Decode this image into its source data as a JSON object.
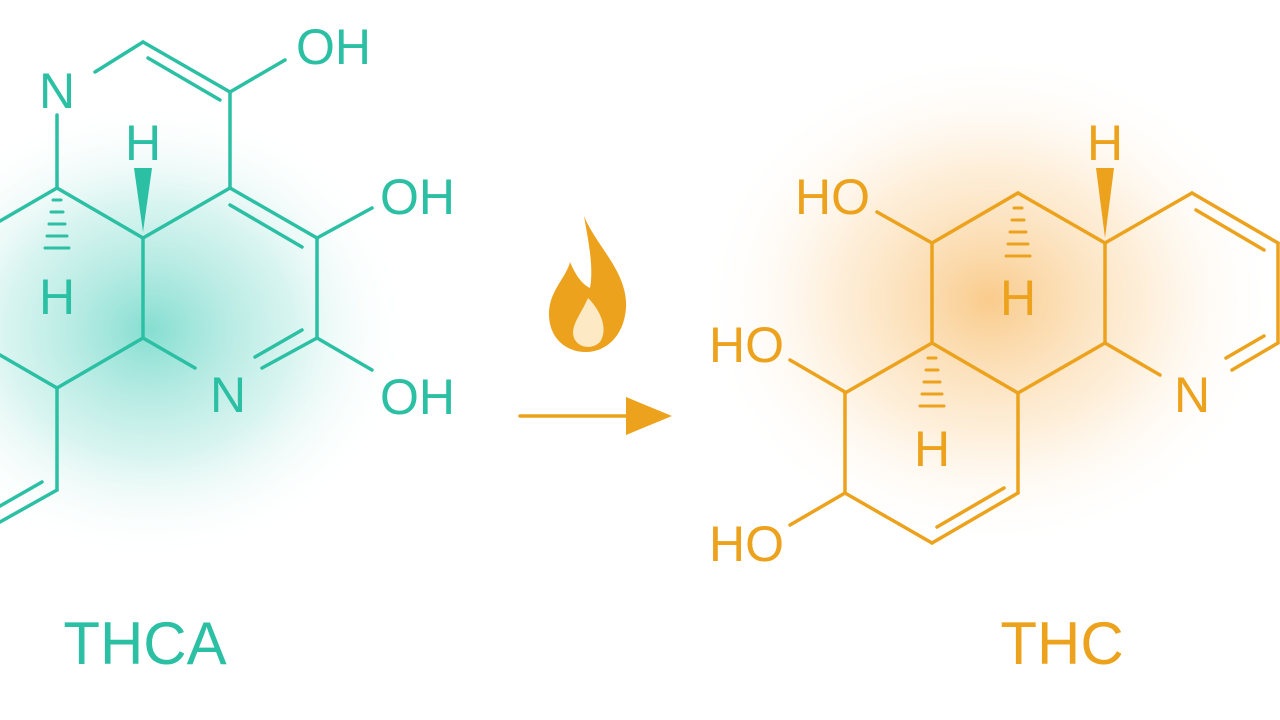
{
  "colors": {
    "thca": "#2bbfa4",
    "thc": "#eca21c",
    "thca_glow": "#5ed3c2",
    "thc_glow": "#f7b55a",
    "background": "#ffffff"
  },
  "thca": {
    "name": "THCA",
    "atoms": {
      "n_top": "N",
      "oh_top": "OH",
      "h_top": "H",
      "oh_mid": "OH",
      "h_left": "H",
      "n_bottom": "N",
      "oh_bottom": "OH"
    }
  },
  "thc": {
    "name": "THC",
    "atoms": {
      "h_top": "H",
      "ho_top": "HO",
      "h_mid": "H",
      "ho_mid": "HO",
      "n_right": "N",
      "h_bottom": "H",
      "ho_bottom": "HO"
    }
  },
  "reaction": {
    "arrow_icon": "arrow-right-icon",
    "heat_icon": "flame-icon"
  }
}
